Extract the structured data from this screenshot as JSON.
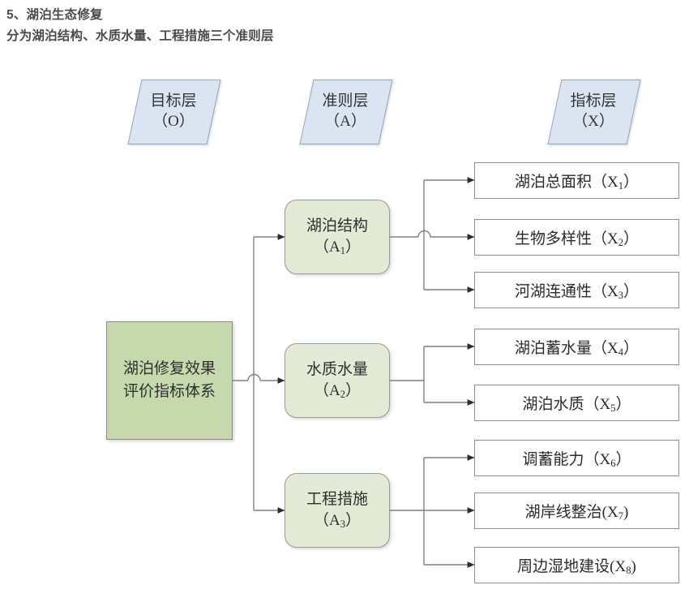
{
  "header": {
    "line1": "5、湖泊生态修复",
    "line2": "分为湖泊结构、水质水量、工程措施三个准则层"
  },
  "layer_headers": [
    {
      "name": "goal-layer",
      "line1": "目标层",
      "line2": "（O）"
    },
    {
      "name": "criteria-layer",
      "line1": "准则层",
      "line2": "（A）"
    },
    {
      "name": "indicator-layer",
      "line1": "指标层",
      "line2": "（X）"
    }
  ],
  "goal": {
    "label": "湖泊修复效果评价指标体系"
  },
  "criteria": [
    {
      "id": "A1",
      "line1": "湖泊结构",
      "code": "（A",
      "sub": "1",
      "code_end": "）"
    },
    {
      "id": "A2",
      "line1": "水质水量",
      "code": "（A",
      "sub": "2",
      "code_end": "）"
    },
    {
      "id": "A3",
      "line1": "工程措施",
      "code": "（A",
      "sub": "3",
      "code_end": "）"
    }
  ],
  "indicators": [
    {
      "id": "X1",
      "parent": "A1",
      "text": "湖泊总面积（X",
      "sub": "1",
      "text_end": "）"
    },
    {
      "id": "X2",
      "parent": "A1",
      "text": "生物多样性（X",
      "sub": "2",
      "text_end": "）"
    },
    {
      "id": "X3",
      "parent": "A1",
      "text": "河湖连通性（X",
      "sub": "3",
      "text_end": "）"
    },
    {
      "id": "X4",
      "parent": "A2",
      "text": "湖泊蓄水量（X",
      "sub": "4",
      "text_end": "）"
    },
    {
      "id": "X5",
      "parent": "A2",
      "text": "湖泊水质（X",
      "sub": "5",
      "text_end": "）"
    },
    {
      "id": "X6",
      "parent": "A3",
      "text": "调蓄能力（X",
      "sub": "6",
      "text_end": "）"
    },
    {
      "id": "X7",
      "parent": "A3",
      "text": "湖岸线整治(X",
      "sub": "7",
      "text_end": ")"
    },
    {
      "id": "X8",
      "parent": "A3",
      "text": "周边湿地建设(X",
      "sub": "8",
      "text_end": ")"
    }
  ],
  "colors": {
    "goal_fill": "#c6d9ad",
    "criteria_fill": "#e3ead5",
    "indicator_fill": "#ffffff",
    "layer_header_fill": "#dbe5f1",
    "layer_header_border": "#93a6c0",
    "box_border": "#8f8f8f",
    "connector": "#808080",
    "text": "#2f2f2f",
    "header_text": "#4a4a4a"
  }
}
